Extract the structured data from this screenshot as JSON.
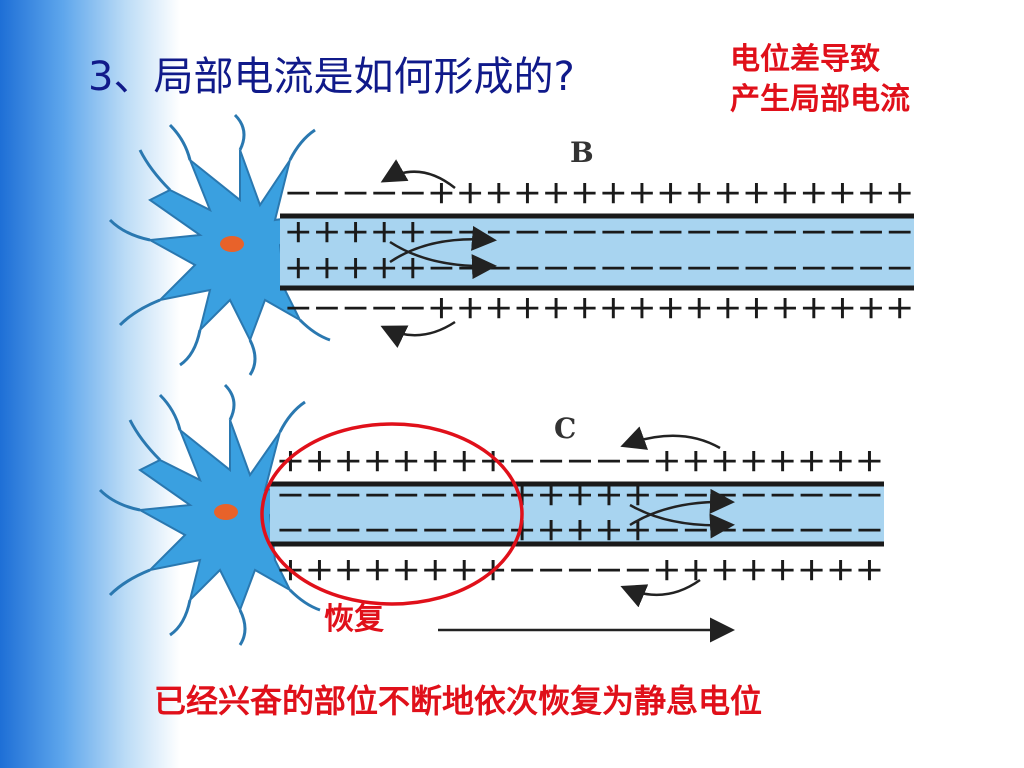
{
  "title": "3、局部电流是如何形成的?",
  "note_top": [
    "电位差导致",
    "产生局部电流"
  ],
  "panel_b": {
    "label": "B",
    "outer_top": "－－－－－＋＋＋＋＋＋＋＋＋＋＋＋＋＋＋＋＋",
    "inner_top": "＋＋＋＋＋－－－－－－－－－－－－－－－－－",
    "inner_bottom": "＋＋＋＋＋－－－－－－－－－－－－－－－－－",
    "outer_bottom": "－－－－－＋＋＋＋＋＋＋＋＋＋＋＋＋＋＋＋＋"
  },
  "panel_c": {
    "label": "C",
    "outer_top": "＋＋＋＋＋＋＋＋－－－－－＋＋＋＋＋＋＋＋",
    "inner_top": "－－－－－－－－＋＋＋＋＋－－－－－－－－",
    "inner_bottom": "－－－－－－－－＋＋＋＋＋－－－－－－－－",
    "outer_bottom": "＋＋＋＋＋＋＋＋－－－－－＋＋＋＋＋＋＋＋"
  },
  "note_recover": "恢复",
  "note_bottom": "已经兴奋的部位不断地依次恢复为静息电位",
  "colors": {
    "title": "#101a8a",
    "note": "#e0101a",
    "neuron": "#3aa0e0",
    "axon": "#a8d4f0"
  }
}
